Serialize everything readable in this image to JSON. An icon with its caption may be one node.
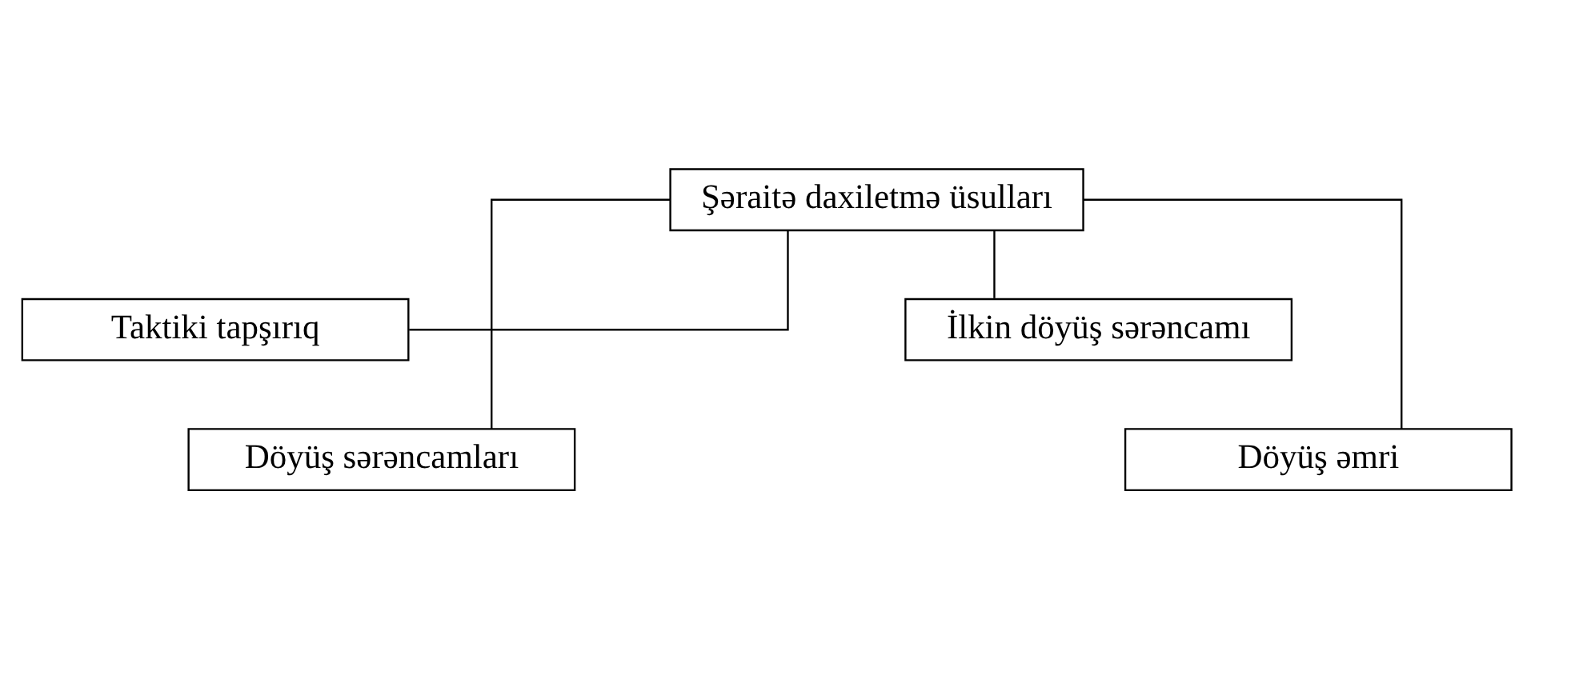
{
  "diagram": {
    "nodes": [
      {
        "text": [
          "Şəraitə daxiletmə üsulları"
        ]
      },
      {
        "text": [
          "Taktiki tapşırıq"
        ]
      },
      {
        "text": [
          "İlkin döyüş sərəncamı"
        ]
      },
      {
        "text": [
          "Döyüş sərəncamları"
        ]
      },
      {
        "text": [
          "Döyüş əmri"
        ]
      }
    ],
    "edges": [
      {
        "from": 0,
        "to": 1,
        "arrow": "none"
      },
      {
        "from": 0,
        "to": 2,
        "arrow": "none"
      },
      {
        "from": 0,
        "to": 3,
        "arrow": "none"
      },
      {
        "from": 0,
        "to": 4,
        "arrow": "none"
      }
    ]
  }
}
